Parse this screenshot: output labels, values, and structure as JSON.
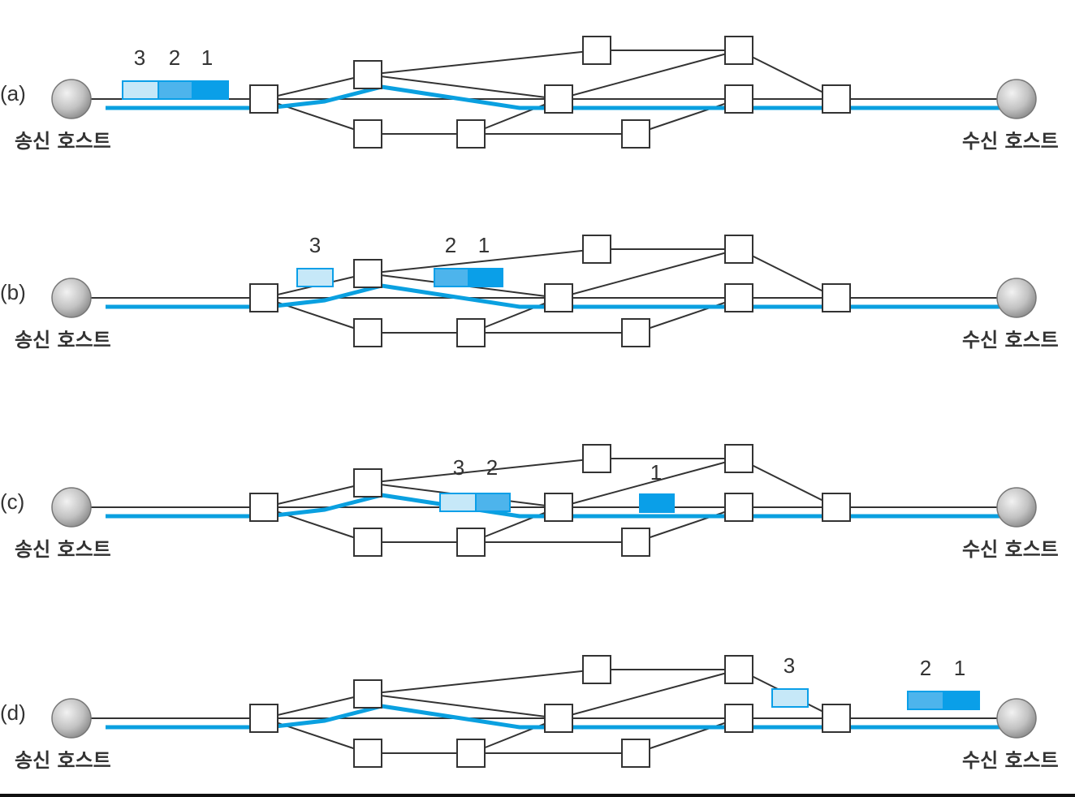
{
  "hosts": {
    "sender_label": "송신 호스트",
    "receiver_label": "수신 호스트"
  },
  "colors": {
    "path": "#0aa0e0",
    "link": "#333333",
    "pkt_1": "#0a9fe8",
    "pkt_2": "#4db4ec",
    "pkt_3": "#c6e8f8"
  },
  "panels": [
    {
      "label": "(a)",
      "packets": [
        {
          "id": "1",
          "label": "1",
          "fill": "#0a9fe8"
        },
        {
          "id": "2",
          "label": "2",
          "fill": "#4db4ec"
        },
        {
          "id": "3",
          "label": "3",
          "fill": "#c6e8f8"
        }
      ]
    },
    {
      "label": "(b)",
      "packets": [
        {
          "id": "3",
          "label": "3",
          "fill": "#c6e8f8"
        },
        {
          "id": "2",
          "label": "2",
          "fill": "#4db4ec"
        },
        {
          "id": "1",
          "label": "1",
          "fill": "#0a9fe8"
        }
      ]
    },
    {
      "label": "(c)",
      "packets": [
        {
          "id": "3",
          "label": "3",
          "fill": "#c6e8f8"
        },
        {
          "id": "2",
          "label": "2",
          "fill": "#4db4ec"
        },
        {
          "id": "1",
          "label": "1",
          "fill": "#0a9fe8"
        }
      ]
    },
    {
      "label": "(d)",
      "packets": [
        {
          "id": "3",
          "label": "3",
          "fill": "#c6e8f8"
        },
        {
          "id": "2",
          "label": "2",
          "fill": "#4db4ec"
        },
        {
          "id": "1",
          "label": "1",
          "fill": "#0a9fe8"
        }
      ]
    }
  ]
}
